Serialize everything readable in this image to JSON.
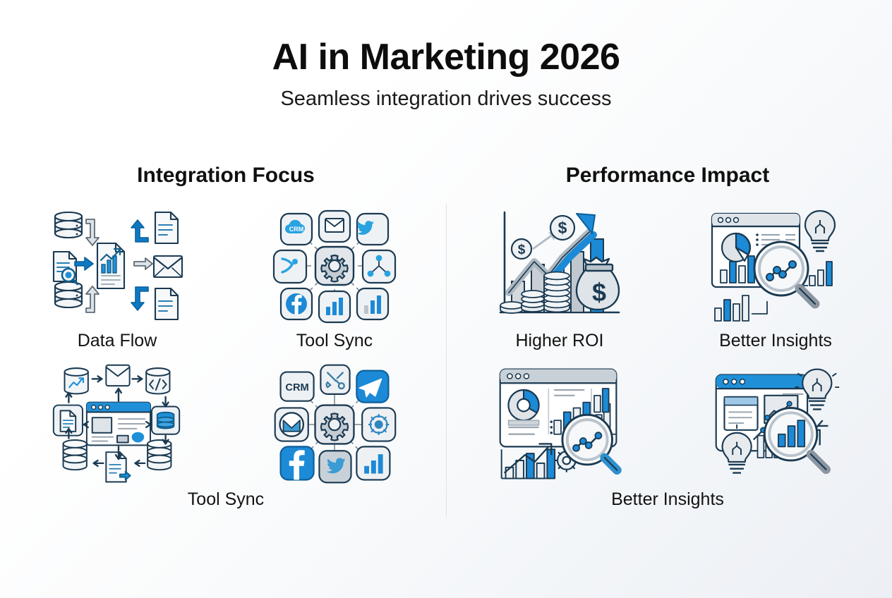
{
  "header": {
    "title": "AI in Marketing 2026",
    "subtitle": "Seamless integration drives success"
  },
  "theme": {
    "accent_blue": "#1f90d8",
    "deep_blue": "#0d79c4",
    "outline_navy": "#1b3a52",
    "gray_fill": "#d9dde2",
    "light_gray_fill": "#eceff2",
    "divider": "#dde3ea",
    "text": "#101010",
    "bg_start": "#ffffff",
    "bg_end": "#eceff4"
  },
  "sections": [
    {
      "id": "integration-focus",
      "heading": "Integration Focus",
      "row1": [
        {
          "label": "Data Flow",
          "icon": "data-flow-diagram-icon"
        },
        {
          "label": "Tool Sync",
          "icon": "tool-hub-network-icon"
        }
      ],
      "row2_label": "Tool Sync",
      "row2": [
        {
          "icon": "circular-data-flow-icon"
        },
        {
          "icon": "app-integration-hub-icon"
        }
      ]
    },
    {
      "id": "performance-impact",
      "heading": "Performance Impact",
      "row1": [
        {
          "label": "Higher ROI",
          "icon": "growth-chart-money-icon"
        },
        {
          "label": "Better Insights",
          "icon": "dashboard-magnifier-bulb-icon"
        }
      ],
      "row2_label": "Better Insights",
      "row2": [
        {
          "icon": "analytics-dashboard-magnifier-icon"
        },
        {
          "icon": "insights-bulb-dashboard-icon"
        }
      ]
    }
  ]
}
